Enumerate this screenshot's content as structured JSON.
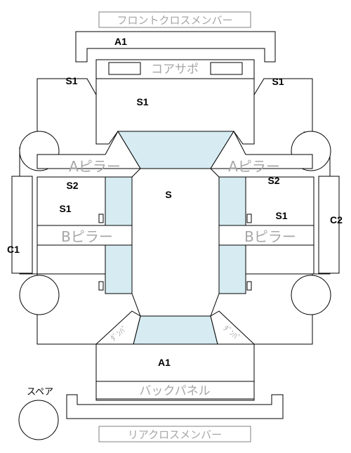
{
  "labels": {
    "front_cross_member": "フロントクロスメンバー",
    "core_support": "コアサポ",
    "a_pillar": "Aピラー",
    "b_pillar": "Bピラー",
    "back_panel": "バックパネル",
    "rear_cross_member": "リアクロスメンバー",
    "spare": "スペア",
    "dumper": "ﾀﾞﾝﾊﾟ"
  },
  "grades": {
    "a1_top": "A1",
    "s1_top_left": "S1",
    "s1_top_right": "S1",
    "s1_center_top": "S1",
    "s_center": "S",
    "s2_left": "S2",
    "s2_right": "S2",
    "s1_mid_left": "S1",
    "s1_mid_right": "S1",
    "c1": "C1",
    "c2": "C2",
    "a1_bottom": "A1"
  }
}
